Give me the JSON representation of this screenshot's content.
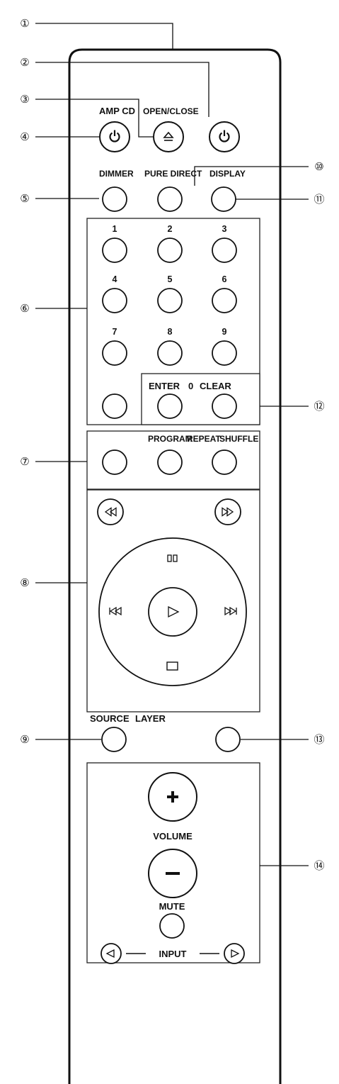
{
  "labels": {
    "amp_cd": "AMP CD",
    "open_close": "OPEN/CLOSE",
    "dimmer": "DIMMER",
    "pure_direct": "PURE DIRECT",
    "display": "DISPLAY",
    "enter": "ENTER",
    "zero": "0",
    "clear": "CLEAR",
    "program": "PROGRAM",
    "repeat": "REPEAT",
    "shuffle": "SHUFFLE",
    "source": "SOURCE",
    "layer": "LAYER",
    "volume": "VOLUME",
    "mute": "MUTE",
    "input": "INPUT"
  },
  "digits": [
    "1",
    "2",
    "3",
    "4",
    "5",
    "6",
    "7",
    "8",
    "9"
  ],
  "callouts": [
    "①",
    "②",
    "③",
    "④",
    "⑤",
    "⑥",
    "⑦",
    "⑧",
    "⑨",
    "⑩",
    "⑪",
    "⑫",
    "⑬",
    "⑭"
  ],
  "icons": {
    "power": "power-icon",
    "eject": "eject-icon",
    "rewind": "rewind-icon",
    "fast_forward": "fast-forward-icon",
    "pause": "pause-icon",
    "play": "play-icon",
    "stop": "stop-icon",
    "skip_back": "skip-back-icon",
    "skip_forward": "skip-forward-icon",
    "plus": "plus-icon",
    "minus": "minus-icon",
    "left": "triangle-left-icon",
    "right": "triangle-right-icon"
  }
}
